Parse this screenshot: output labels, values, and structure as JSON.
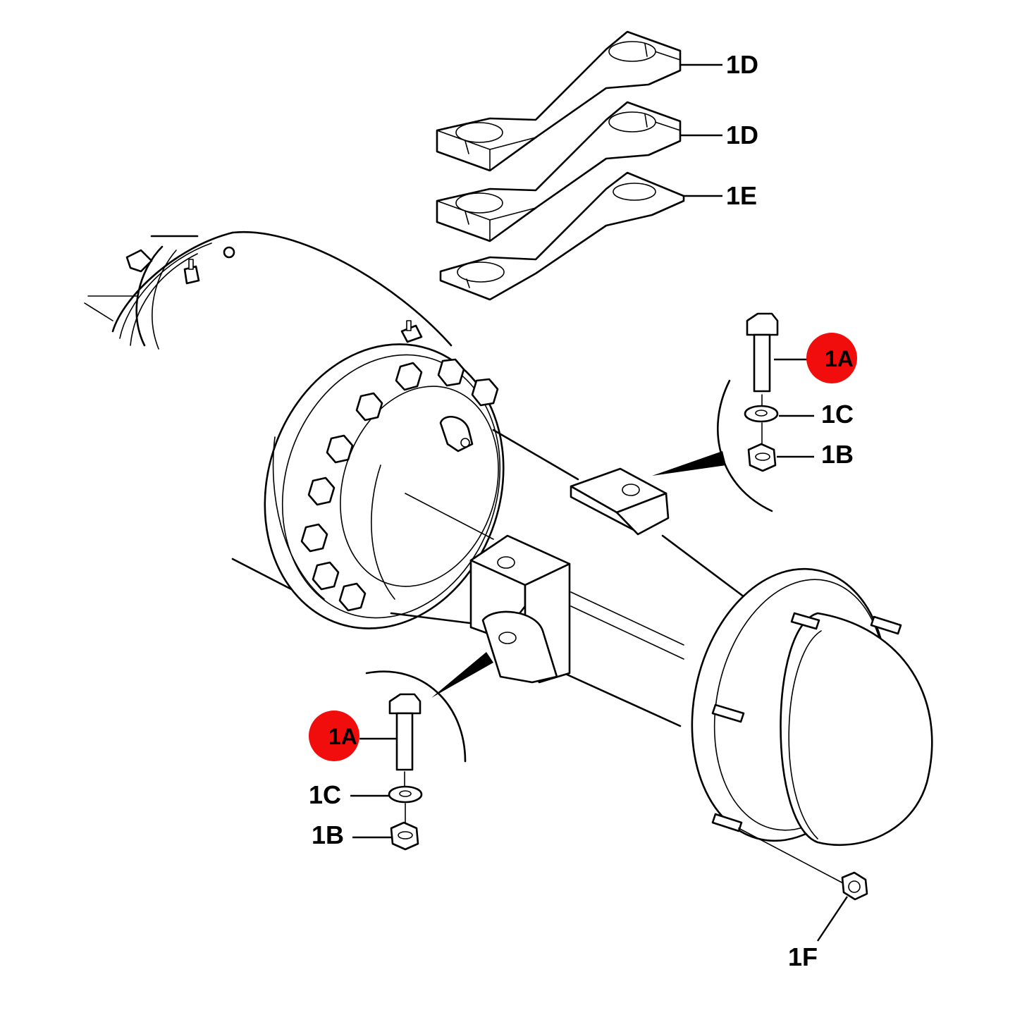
{
  "labels": {
    "link_top": "1D",
    "link_middle": "1D",
    "shim_plate": "1E",
    "bolt_right": "1A",
    "washer_right": "1C",
    "nut_right": "1B",
    "bolt_left": "1A",
    "washer_left": "1C",
    "nut_left": "1B",
    "wheel_nut": "1F"
  },
  "colors": {
    "highlight": "#f20d0d",
    "line": "#000000",
    "background": "#ffffff"
  }
}
